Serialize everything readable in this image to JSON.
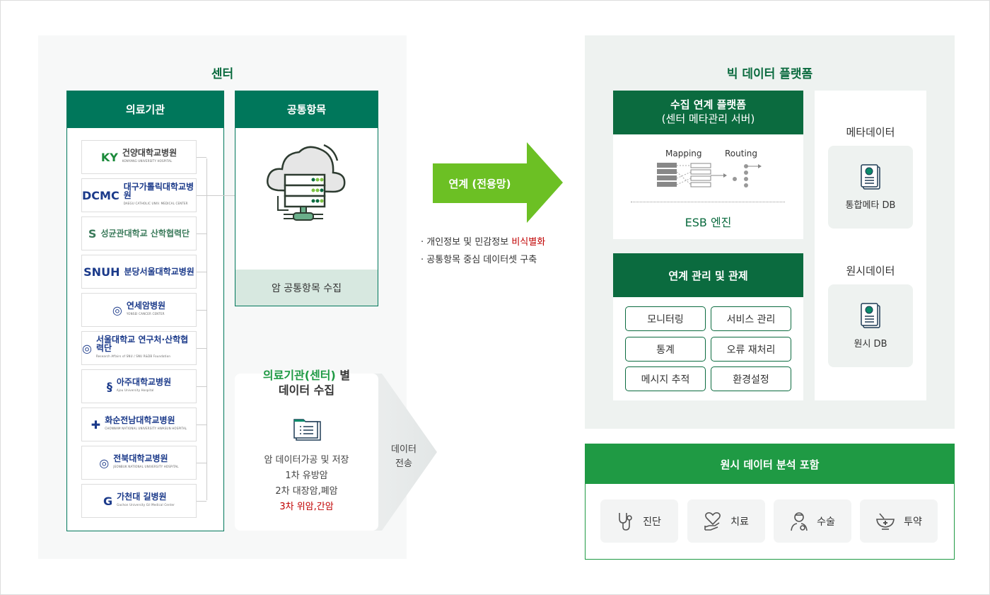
{
  "center": {
    "title": "센터",
    "institutions": {
      "header": "의료기관",
      "logos": [
        {
          "mark": "KY",
          "name": "건양대학교병원",
          "en": "KONYANG UNIVERSITY HOSPITAL",
          "color": "#1a8a3a"
        },
        {
          "mark": "DCMC",
          "name": "대구가톨릭대학교병원",
          "en": "DAEGU CATHOLIC UNIV. MEDICAL CENTER",
          "color": "#1b3a8a"
        },
        {
          "mark": "S",
          "name": "성균관대학교 산학협력단",
          "en": "",
          "color": "#3a7a5a"
        },
        {
          "mark": "SNUH",
          "name": "분당서울대학교병원",
          "en": "",
          "color": "#1b3a8a"
        },
        {
          "mark": "◎",
          "name": "연세암병원",
          "en": "YONSEI CANCER CENTER",
          "color": "#1b3a8a"
        },
        {
          "mark": "◎",
          "name": "서울대학교 연구처·산학협력단",
          "en": "Research Affairs of SNU / SNU R&DB Foundation",
          "color": "#1b3a8a"
        },
        {
          "mark": "§",
          "name": "아주대학교병원",
          "en": "Ajou University Hospital",
          "color": "#1b3a8a"
        },
        {
          "mark": "✚",
          "name": "화순전남대학교병원",
          "en": "CHONNAM NATIONAL UNIVERSITY HWASUN HOSPITAL",
          "color": "#1b3a8a"
        },
        {
          "mark": "◎",
          "name": "전북대학교병원",
          "en": "JEONBUK NATIONAL UNIVERSITY HOSPITAL",
          "color": "#1b3a8a"
        },
        {
          "mark": "G",
          "name": "가천대 길병원",
          "en": "Gachon University Gil Medical Center",
          "color": "#1b3a8a"
        }
      ]
    },
    "common": {
      "header": "공통항목",
      "footer": "암 공통항목 수집",
      "icon": "cloud-server-icon"
    },
    "collection": {
      "title_green": "의료기관(센터)",
      "title_rest": " 별",
      "title_line2": "데이터 수집",
      "icon": "folder-list-icon",
      "lines": [
        "암 데이터가공 및 저장",
        "1차 유방암",
        "2차 대장암,폐암"
      ],
      "line_red": "3차 위암,간암"
    },
    "transfer": {
      "line1": "데이터",
      "line2": "전송"
    }
  },
  "link": {
    "arrow_label": "연계 (전용망)",
    "bullet1_prefix": "· 개인정보 및 민감정보 ",
    "bullet1_red": "비식별화",
    "bullet2": "· 공통항목 중심 데이터셋 구축"
  },
  "platform": {
    "title": "빅 데이터 플랫폼",
    "collect": {
      "header1": "수집 연계 플랫폼",
      "header2": "(센터 메타관리 서버)",
      "mapping": "Mapping",
      "routing": "Routing",
      "engine": "ESB 엔진"
    },
    "manage": {
      "header": "연계 관리 및 관제",
      "buttons": [
        "모니터링",
        "서비스 관리",
        "통계",
        "오류 재처리",
        "메시지 추적",
        "환경설정"
      ]
    },
    "meta": {
      "title": "메타데이터",
      "card": "통합메타 DB"
    },
    "raw": {
      "title": "원시데이터",
      "card": "원시 DB"
    }
  },
  "analysis": {
    "header": "원시 데이터 분석 포함",
    "items": [
      {
        "label": "진단",
        "icon": "stethoscope-icon"
      },
      {
        "label": "치료",
        "icon": "heart-hand-icon"
      },
      {
        "label": "수술",
        "icon": "surgeon-icon"
      },
      {
        "label": "투약",
        "icon": "mortar-pestle-icon"
      }
    ]
  },
  "colors": {
    "teal": "#00775b",
    "dark_green": "#0b6b3f",
    "bright_green": "#1f9a44",
    "arrow_green": "#6cc024",
    "red": "#c00000"
  }
}
